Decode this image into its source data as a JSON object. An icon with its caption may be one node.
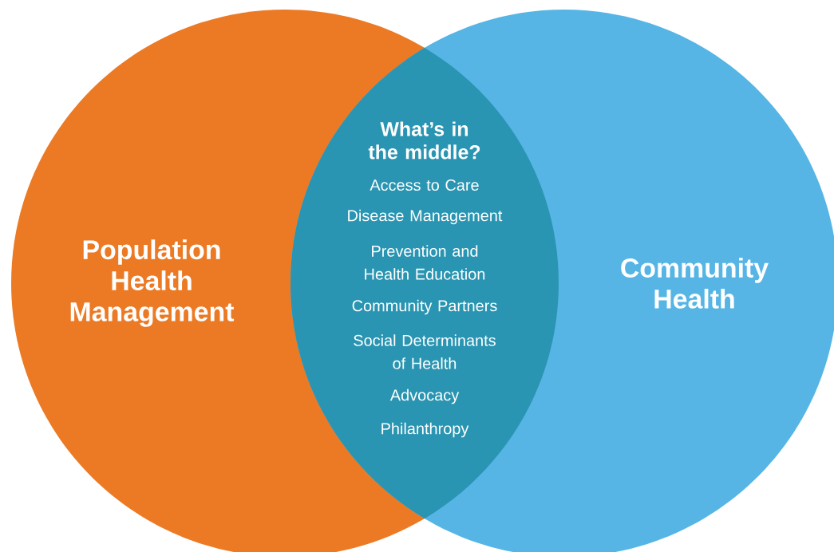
{
  "diagram": {
    "nodes": [
      {
        "text": [
          "Population Health Management"
        ]
      },
      {
        "text": [
          "Community Health"
        ]
      },
      {
        "text": [
          "What’s in the middle?",
          "Access to Care",
          "Disease Management",
          "Prevention and Health Education",
          "Community Partners",
          "Social Determinants of Health",
          "Advocacy",
          "Philanthropy"
        ]
      }
    ]
  }
}
